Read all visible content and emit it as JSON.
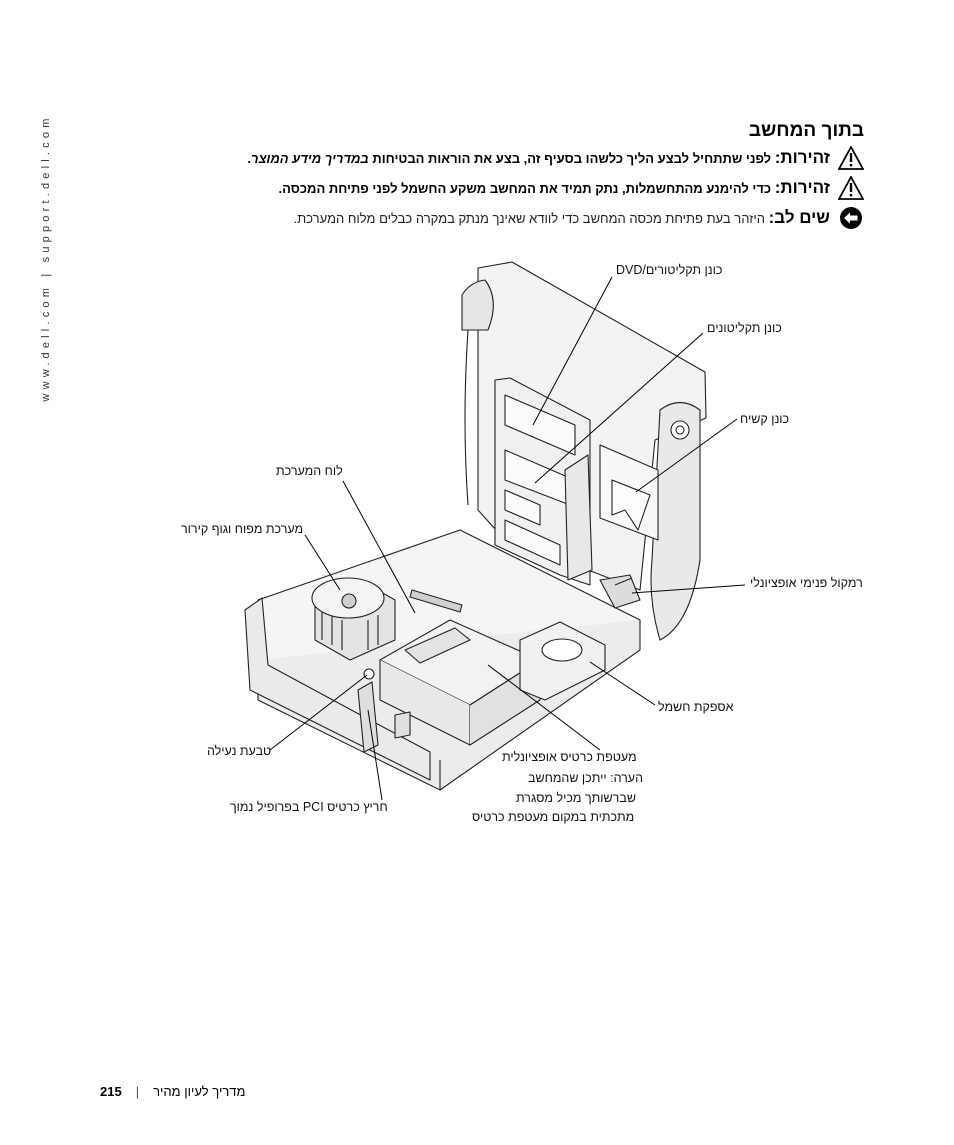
{
  "side_url": "www.dell.com | support.dell.com",
  "section_title": "בתוך המחשב",
  "notices": [
    {
      "keyword": "זהירות:",
      "text": "לפני שתתחיל לבצע הליך כלשהו בסעיף זה, בצע את הוראות הבטיחות",
      "emphasis": "במדריך מידע המוצר",
      "tail": ".",
      "icon": "warning-triangle-icon"
    },
    {
      "keyword": "זהירות:",
      "text": "כדי להימנע מהתחשמלות, נתק תמיד את המחשב משקע החשמל לפני פתיחת המכסה.",
      "icon": "warning-triangle-icon"
    },
    {
      "keyword": "שים לב:",
      "text": "היזהר בעת פתיחת מכסה המחשב כדי לוודא שאינך מנתק במקרה כבלים מלוח המערכת.",
      "icon": "notice-arrow-icon"
    }
  ],
  "labels": {
    "dvd_drive": "כונן תקליטורים/DVD",
    "cd_drive": "כונן תקליטונים",
    "hard_drive": "כונן קשיח",
    "system_board": "לוח המערכת",
    "fan_heatsink": "מערכת מפוח וגוף קירור",
    "internal_speaker": "רמקול פנימי אופציונלי",
    "power_supply": "אספקת חשמל",
    "card_cage_lines": [
      "מעטפת כרטיס אופציונלית",
      "הערה: ייתכן שהמחשב",
      "שברשותך מכיל מסגרת",
      "מתכתית במקום מעטפת כרטיס"
    ],
    "padlock_ring": "טבעת נעילה",
    "pci_slot": "חריץ כרטיס PCI בפרופיל נמוך"
  },
  "footer": {
    "page_number": "215",
    "separator": "|",
    "title": "מדריך לעיון מהיר"
  }
}
